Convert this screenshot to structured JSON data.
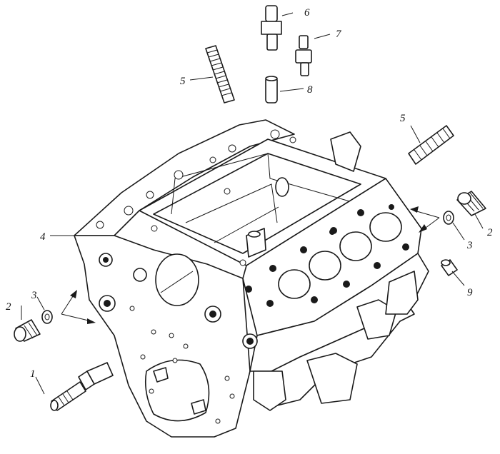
{
  "colors": {
    "ink": "#1a1a1a",
    "paper": "#ffffff"
  },
  "callouts": {
    "c1": "1",
    "c2_left": "2",
    "c2_right": "2",
    "c3_left": "3",
    "c3_right": "3",
    "c4": "4",
    "c5_left": "5",
    "c5_right": "5",
    "c6": "6",
    "c7": "7",
    "c8": "8",
    "c9": "9"
  }
}
